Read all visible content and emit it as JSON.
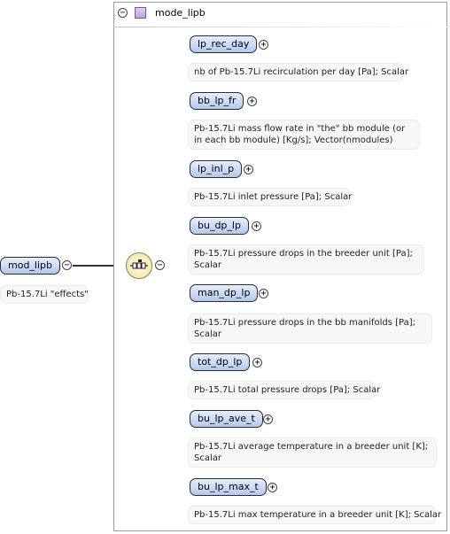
{
  "root_element": {
    "name": "mod_lipb",
    "annotation": "Pb-15.7Li \"effects\"",
    "toggle_symbol": "−"
  },
  "complex_type": {
    "name": "mode_lipb",
    "toggle_symbol": "−",
    "compositor": "sequence",
    "compositor_toggle_symbol": "−"
  },
  "children": [
    {
      "name": "lp_rec_day",
      "annotation": "nb of Pb-15.7Li recirculation per day [Pa]; Scalar",
      "toggle_symbol": "+"
    },
    {
      "name": "bb_lp_fr",
      "annotation": "Pb-15.7Li mass flow rate in \"the\" bb module (or in each bb module) [Kg/s]; Vector(nmodules)",
      "toggle_symbol": "+"
    },
    {
      "name": "lp_inl_p",
      "annotation": "Pb-15.7Li inlet pressure [Pa]; Scalar",
      "toggle_symbol": "+"
    },
    {
      "name": "bu_dp_lp",
      "annotation": "Pb-15.7Li pressure drops in the breeder unit [Pa]; Scalar",
      "toggle_symbol": "+"
    },
    {
      "name": "man_dp_lp",
      "annotation": "Pb-15.7Li pressure drops in the bb manifolds [Pa]; Scalar",
      "toggle_symbol": "+"
    },
    {
      "name": "tot_dp_lp",
      "annotation": "Pb-15.7Li total pressure drops [Pa]; Scalar",
      "toggle_symbol": "+"
    },
    {
      "name": "bu_lp_ave_t",
      "annotation": "Pb-15.7Li average temperature in a breeder unit [K]; Scalar",
      "toggle_symbol": "+"
    },
    {
      "name": "bu_lp_max_t",
      "annotation": "Pb-15.7Li max temperature in a breeder unit [K]; Scalar",
      "toggle_symbol": "+"
    }
  ],
  "colors": {
    "element_fill_top": "#e6eefc",
    "element_fill_bottom": "#b4c8ec",
    "annotation_bg": "#f7f7f7",
    "compositor_fill": "#f0e3a4",
    "type_icon": "#b9a6de"
  }
}
